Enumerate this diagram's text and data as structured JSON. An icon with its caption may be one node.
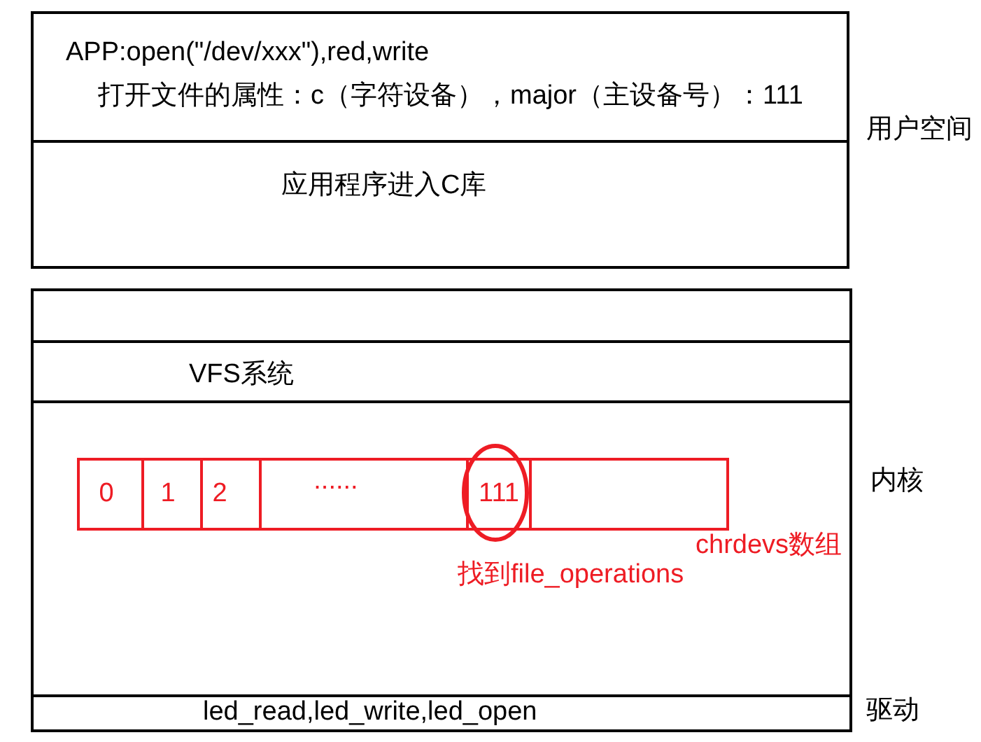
{
  "diagram": {
    "nodes": [
      {
        "text": [],
        "shape": "box",
        "beside": [
          "用户空间"
        ]
      },
      {
        "text": [
          "APP:open(\"/dev/xxx\"),red,write",
          "打开文件的属性：c（字符设备），major（主设备号）：111"
        ],
        "in": 0
      },
      {
        "text": [
          "应用程序进入C库"
        ],
        "in": 0
      },
      {
        "text": [],
        "shape": "box",
        "beside": [
          "内核"
        ]
      },
      {
        "text": [],
        "shape": "box",
        "in": 3
      },
      {
        "text": [
          "VFS系统"
        ],
        "in": 3
      },
      {
        "text": [],
        "shape": "box",
        "in": 3
      },
      {
        "text": [],
        "shape": "box",
        "in": 6,
        "beside": [
          "chrdevs数组"
        ]
      },
      {
        "text": [
          "0"
        ],
        "in": 7
      },
      {
        "text": [
          "1"
        ],
        "in": 7
      },
      {
        "text": [
          "2"
        ],
        "in": 7
      },
      {
        "text": [
          "......"
        ],
        "in": 7
      },
      {
        "text": [
          "111"
        ],
        "in": 7,
        "beside": [
          "找到file_operations"
        ]
      },
      {
        "text": [
          "led_read,led_write,led_open"
        ],
        "in": 3
      }
    ],
    "labels": [
      "驱动"
    ]
  }
}
